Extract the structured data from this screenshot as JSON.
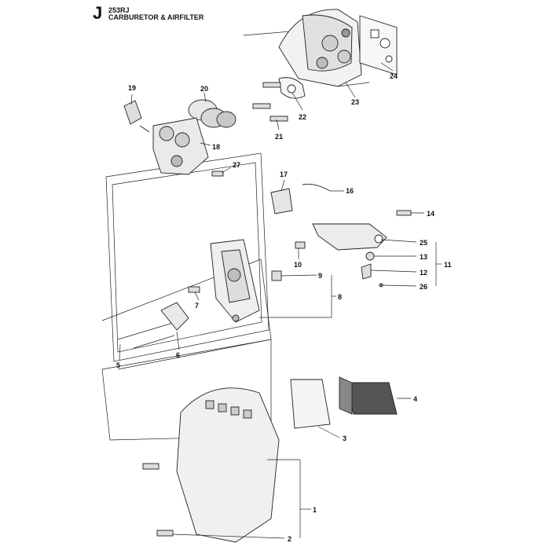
{
  "header": {
    "section_letter": "J",
    "model": "253RJ",
    "title": "CARBURETOR & AIRFILTER"
  },
  "callouts": [
    "19",
    "20",
    "22",
    "21",
    "18",
    "27",
    "24",
    "23",
    "17",
    "16",
    "14",
    "10",
    "25",
    "13",
    "11",
    "12",
    "26",
    "9",
    "7",
    "8",
    "5",
    "6",
    "4",
    "3",
    "1",
    "2"
  ]
}
